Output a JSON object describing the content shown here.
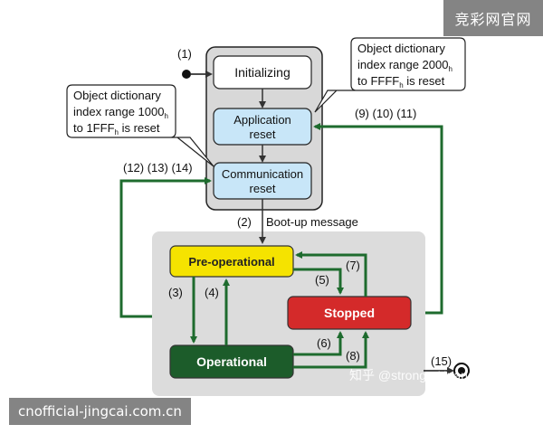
{
  "states": {
    "initializing": "Initializing",
    "app_reset_1": "Application",
    "app_reset_2": "reset",
    "comm_reset_1": "Communication",
    "comm_reset_2": "reset",
    "pre_operational": "Pre-operational",
    "stopped": "Stopped",
    "operational": "Operational"
  },
  "callouts": {
    "right": {
      "l1": "Object dictionary",
      "l2a": "index range 2000",
      "l2sub": "h",
      "l3a": "to FFFF",
      "l3sub": "h",
      "l3b": " is reset"
    },
    "left": {
      "l1": "Object dictionary",
      "l2a": "index range 1000",
      "l2sub": "h",
      "l3a": "to 1FFF",
      "l3sub": "h",
      "l3b": " is reset"
    }
  },
  "transitions": {
    "t1": "(1)",
    "t2": "(2)",
    "bootup": "Boot-up message",
    "t3": "(3)",
    "t4": "(4)",
    "t5": "(5)",
    "t6": "(6)",
    "t7": "(7)",
    "t8": "(8)",
    "t9_11": "(9) (10) (11)",
    "t12_14": "(12) (13) (14)",
    "t15": "(15)"
  },
  "watermarks": {
    "top_right": "竞彩网官网",
    "bottom_left": "cnofficial-jingcai.com.cn",
    "zhihu": "知乎 @strongerHuang"
  },
  "colors": {
    "green": "#1e6b2e",
    "yellow": "#f5e300",
    "red": "#d42a2a",
    "dark_green": "#1c5c2a",
    "light_blue": "#c8e6f8"
  }
}
